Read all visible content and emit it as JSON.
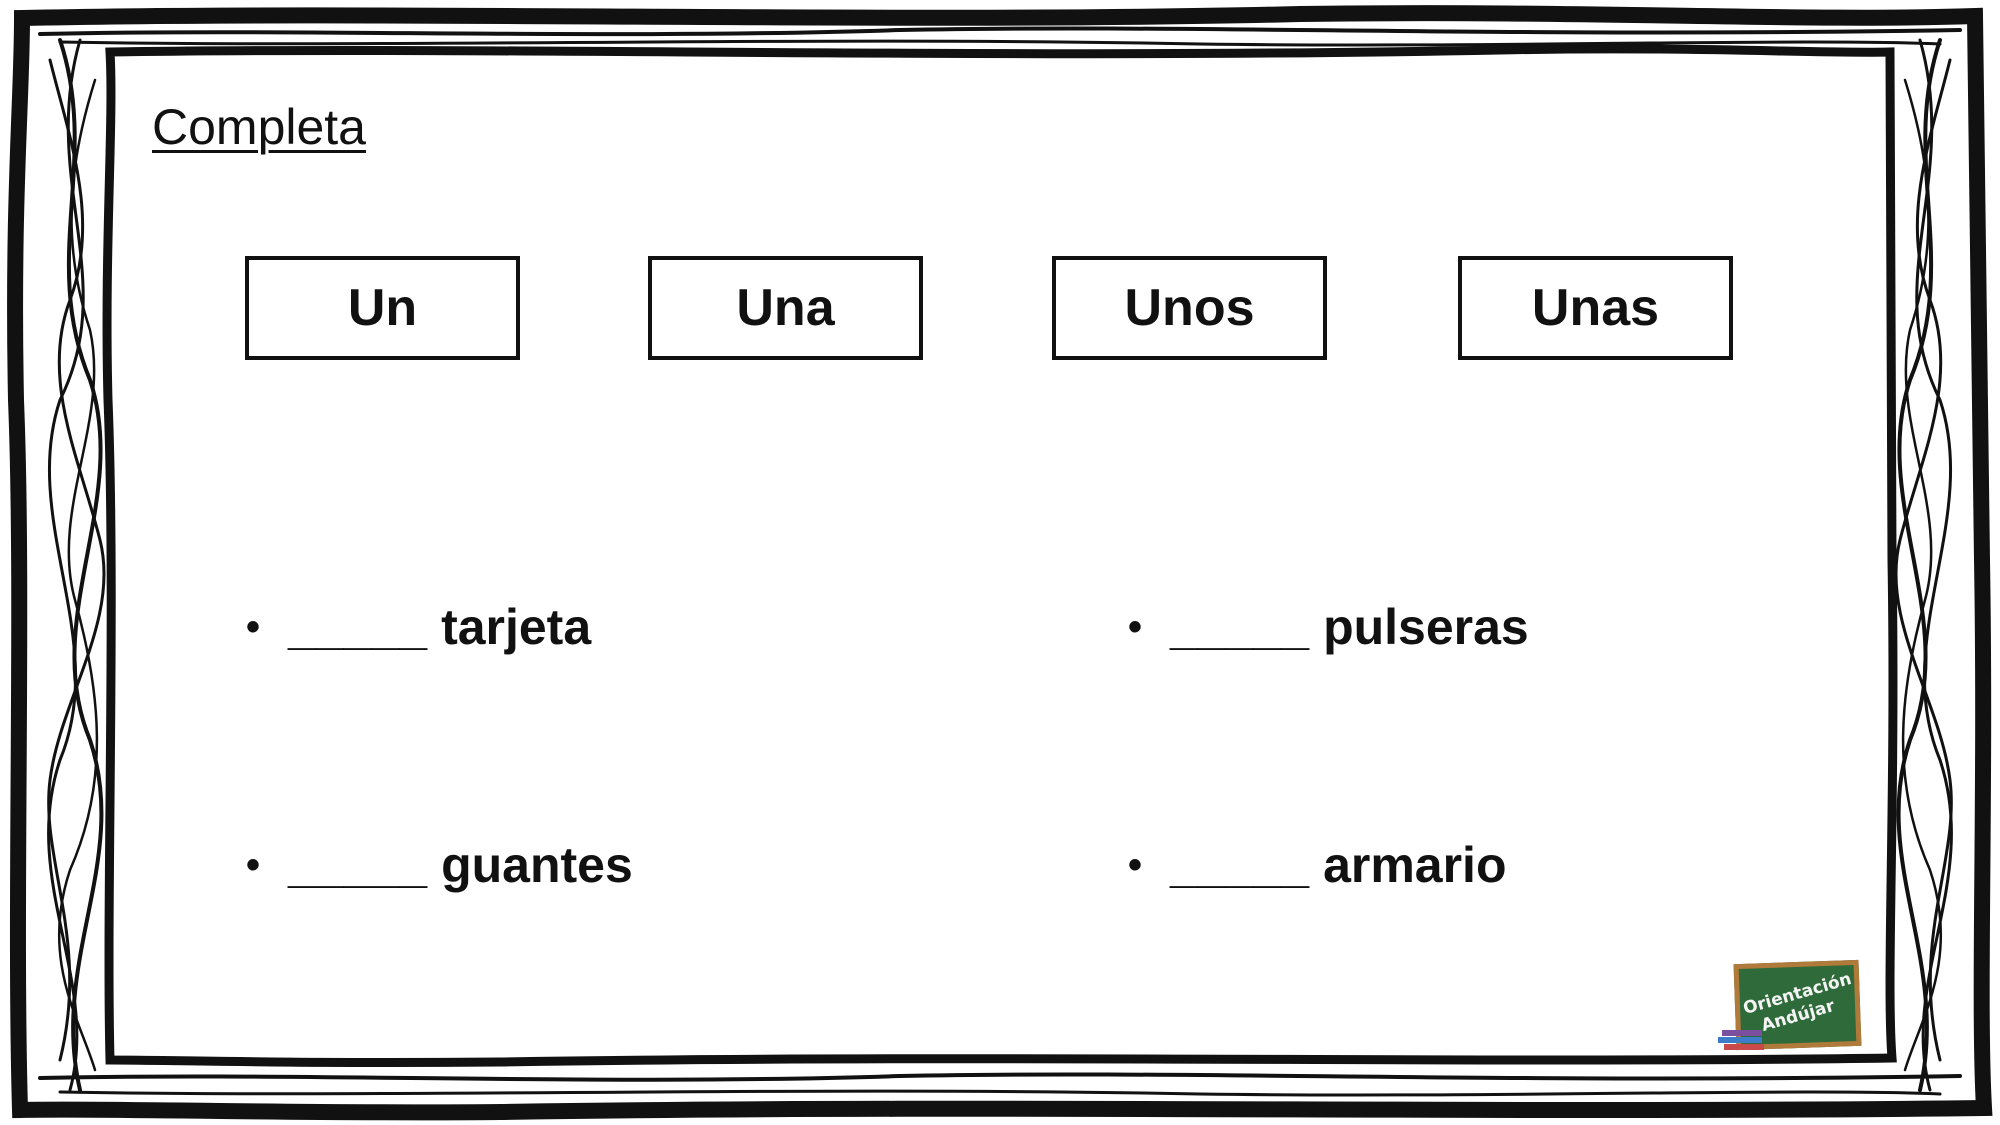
{
  "title": "Completa",
  "options": [
    "Un",
    "Una",
    "Unos",
    "Unas"
  ],
  "items": [
    {
      "blank": "_____",
      "word": "tarjeta"
    },
    {
      "blank": "_____",
      "word": "pulseras"
    },
    {
      "blank": "_____",
      "word": "guantes"
    },
    {
      "blank": "_____",
      "word": "armario"
    }
  ],
  "bullet": "•",
  "logo": {
    "line1": "Orientación",
    "line2": "Andújar"
  },
  "colors": {
    "border": "#111111",
    "logo_board": "#2f6b3a",
    "logo_frame": "#b07a3b"
  }
}
